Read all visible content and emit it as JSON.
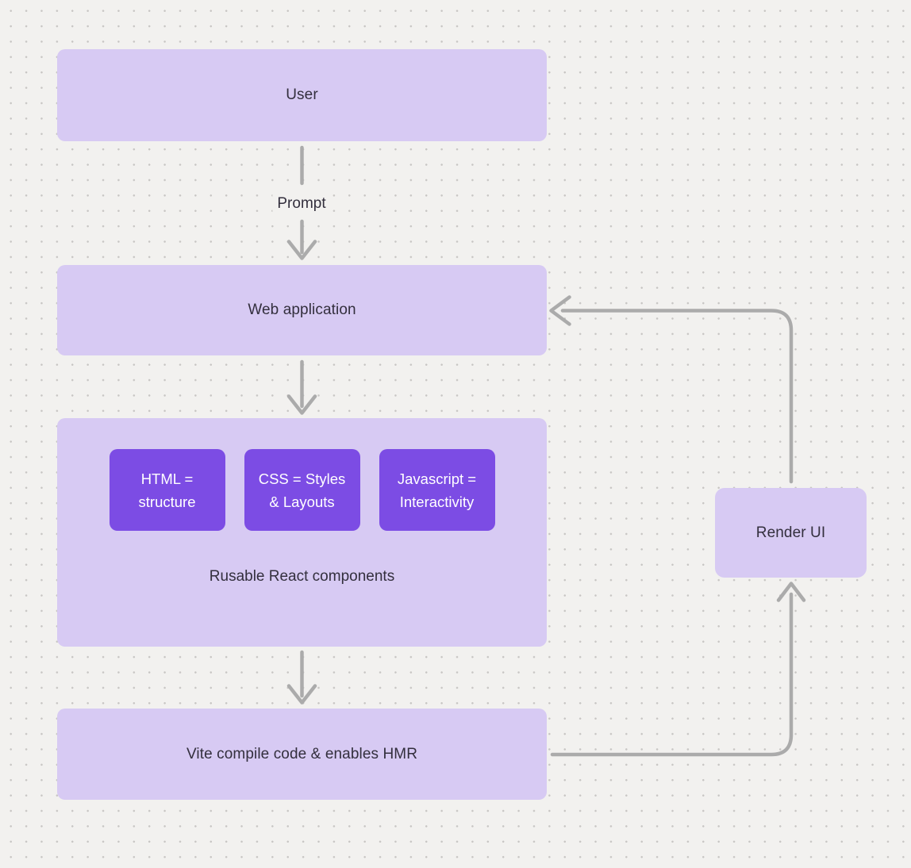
{
  "diagram": {
    "title": "react-vite-flow-diagram",
    "nodes": {
      "user": {
        "label": "User"
      },
      "web_app": {
        "label": "Web application"
      },
      "components": {
        "caption": "Rusable React components",
        "items": [
          {
            "label": "HTML = structure"
          },
          {
            "label": "CSS = Styles & Layouts"
          },
          {
            "label": "Javascript = Interactivity"
          }
        ]
      },
      "vite": {
        "label": "Vite compile code & enables HMR"
      },
      "render_ui": {
        "label": "Render UI"
      }
    },
    "edges": {
      "user_to_webapp": {
        "label": "Prompt",
        "from": "user",
        "to": "web_app"
      },
      "webapp_to_components": {
        "from": "web_app",
        "to": "components"
      },
      "components_to_vite": {
        "from": "components",
        "to": "vite"
      },
      "vite_to_renderui": {
        "from": "vite",
        "to": "render_ui"
      },
      "renderui_to_webapp": {
        "from": "render_ui",
        "to": "web_app"
      }
    },
    "colors": {
      "background": "#f2f1ef",
      "dot_grid": "#c7c5c3",
      "node_light_fill": "#d7caf3",
      "node_purple_fill": "#7c4ce4",
      "text_dark": "#332f3d",
      "text_light": "#ffffff",
      "connector": "#ababab"
    }
  }
}
